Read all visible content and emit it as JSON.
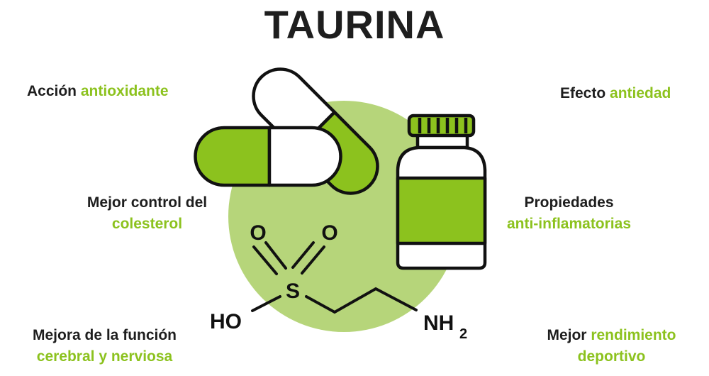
{
  "title": "TAURINA",
  "colors": {
    "accent_green": "#8cc21e",
    "circle_green": "#b6d57a",
    "text_dark": "#1e1e1e",
    "outline": "#111111"
  },
  "benefits": [
    {
      "dark": "Acción",
      "green": "antioxidante"
    },
    {
      "dark": "Mejor control del",
      "green": "colesterol"
    },
    {
      "dark": "Mejora de la función",
      "green": "cerebral y nerviosa"
    },
    {
      "dark": "Efecto",
      "green": "antiedad"
    },
    {
      "dark": "Propiedades",
      "green": "anti-inflamatorias"
    },
    {
      "dark": "Mejor",
      "green": "rendimiento",
      "green2": "deportivo"
    }
  ],
  "molecule": {
    "oxygen_left": "O",
    "oxygen_right": "O",
    "sulfur": "S",
    "hydroxyl": "HO",
    "amine": "NH",
    "amine_subscript": "2"
  },
  "icons": [
    "capsule-pills-icon",
    "supplement-bottle-icon",
    "taurine-molecule-icon"
  ]
}
